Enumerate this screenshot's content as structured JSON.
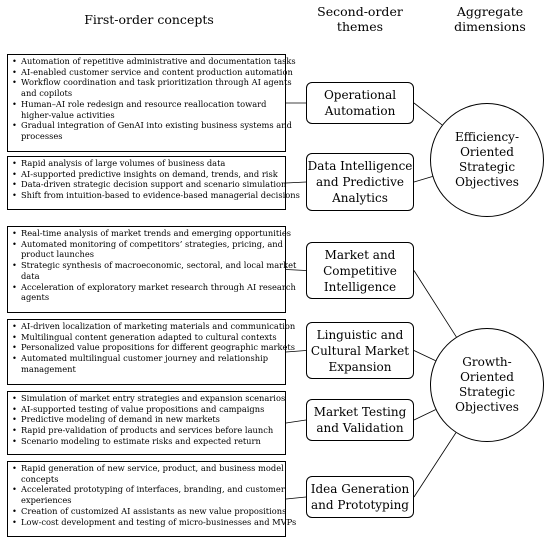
{
  "headers": {
    "first_order": "First-order concepts",
    "second_order": [
      "Second-order",
      "themes"
    ],
    "aggregate": [
      "Aggregate",
      "dimensions"
    ]
  },
  "groups": [
    {
      "concepts": [
        "Automation of repetitive administrative and documentation tasks",
        "AI-enabled customer service and content production automation",
        "Workflow coordination and task prioritization through AI agents",
        "and copilots",
        "Human–AI role redesign and resource reallocation toward",
        "higher-value activities",
        "Gradual integration of GenAI into existing business systems and",
        "processes"
      ],
      "bullets": [
        true,
        true,
        true,
        false,
        true,
        false,
        true,
        false
      ],
      "theme": [
        "Operational",
        "Automation"
      ],
      "dimension": 0
    },
    {
      "concepts": [
        "Rapid analysis of large volumes of business data",
        "AI-supported predictive insights on demand, trends, and risk",
        "Data-driven strategic decision support and scenario simulation",
        "Shift from intuition-based to evidence-based managerial decisions"
      ],
      "bullets": [
        true,
        true,
        true,
        true
      ],
      "theme": [
        "Data Intelligence",
        "and Predictive",
        "Analytics"
      ],
      "dimension": 0
    },
    {
      "concepts": [
        "Real-time analysis of market trends and emerging opportunities",
        "Automated monitoring of competitors’ strategies, pricing, and",
        "product launches",
        "Strategic synthesis of macroeconomic, sectoral, and local market",
        "data",
        "Acceleration of exploratory market research through AI research",
        "agents"
      ],
      "bullets": [
        true,
        true,
        false,
        true,
        false,
        true,
        false
      ],
      "theme": [
        "Market and",
        "Competitive",
        "Intelligence"
      ],
      "dimension": 1
    },
    {
      "concepts": [
        "AI-driven localization of marketing materials and communication",
        "Multilingual content generation adapted to cultural contexts",
        "Personalized value propositions for different geographic markets",
        "Automated multilingual customer journey and relationship",
        "management"
      ],
      "bullets": [
        true,
        true,
        true,
        true,
        false
      ],
      "theme": [
        "Linguistic and",
        "Cultural Market",
        "Expansion"
      ],
      "dimension": 1
    },
    {
      "concepts": [
        "Simulation of market entry strategies and expansion scenarios",
        "AI-supported testing of value propositions and campaigns",
        "Predictive modeling of demand in new markets",
        "Rapid pre-validation of products and services before launch",
        "Scenario modeling to estimate risks and expected return"
      ],
      "bullets": [
        true,
        true,
        true,
        true,
        true
      ],
      "theme": [
        "Market Testing",
        "and Validation"
      ],
      "dimension": 1
    },
    {
      "concepts": [
        "Rapid generation of new service, product, and business model",
        "concepts",
        "Accelerated prototyping of interfaces, branding, and customer",
        "experiences",
        "Creation of customized AI assistants as new value propositions",
        "Low-cost development and testing of micro-businesses and MVPs"
      ],
      "bullets": [
        true,
        false,
        true,
        false,
        true,
        true
      ],
      "theme": [
        "Idea Generation",
        "and Prototyping"
      ],
      "dimension": 1
    }
  ],
  "dimensions": [
    [
      "Efficiency-",
      "Oriented",
      "Strategic",
      "Objectives"
    ],
    [
      "Growth-",
      "Oriented",
      "Strategic",
      "Objectives"
    ]
  ]
}
